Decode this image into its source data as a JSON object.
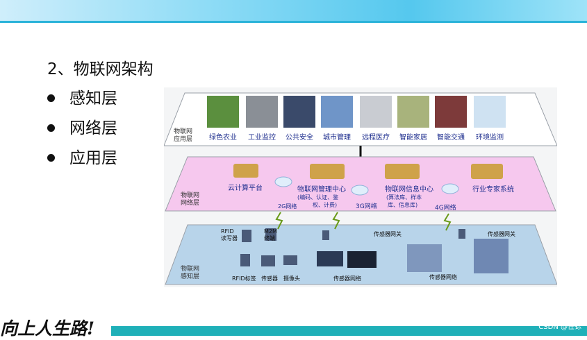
{
  "slide": {
    "title": "2、物联网架构",
    "bullets": [
      "感知层",
      "网络层",
      "应用层"
    ],
    "slogan": "向上人生路!",
    "watermark": "CSDN @任铄"
  },
  "diagram": {
    "layers": {
      "application": "物联网\n应用层",
      "network": "物联网\n网络层",
      "perception": "物联网\n感知层"
    },
    "apps": [
      "绿色农业",
      "工业监控",
      "公共安全",
      "城市管理",
      "远程医疗",
      "智能家居",
      "智能交通",
      "环境监测"
    ],
    "centers": {
      "cloud": "云计算平台",
      "mgmt_title": "物联网管理中心",
      "mgmt_sub1": "(编码、认证、鉴",
      "mgmt_sub2": "权、计费)",
      "info_title": "物联网信息中心",
      "info_sub1": "(算法库、样本",
      "info_sub2": "库、信息库)",
      "expert": "行业专家系统"
    },
    "nets": [
      "2G网络",
      "3G网络",
      "4G网络"
    ],
    "perception_labels": {
      "rfid_reader": "RFID\n读写器",
      "m2m": "M2M\n终端",
      "gateway1": "传感器网关",
      "gateway2": "传感器网关",
      "rfid_tag": "RFID标签",
      "sensor": "传感器",
      "camera": "摄像头",
      "net1": "传感器网络",
      "net2": "传感器网络"
    },
    "colors": {
      "network_layer": "#f6c8ee",
      "perception_layer": "#b8d4ea",
      "label_blue": "#1f2f8f"
    }
  }
}
